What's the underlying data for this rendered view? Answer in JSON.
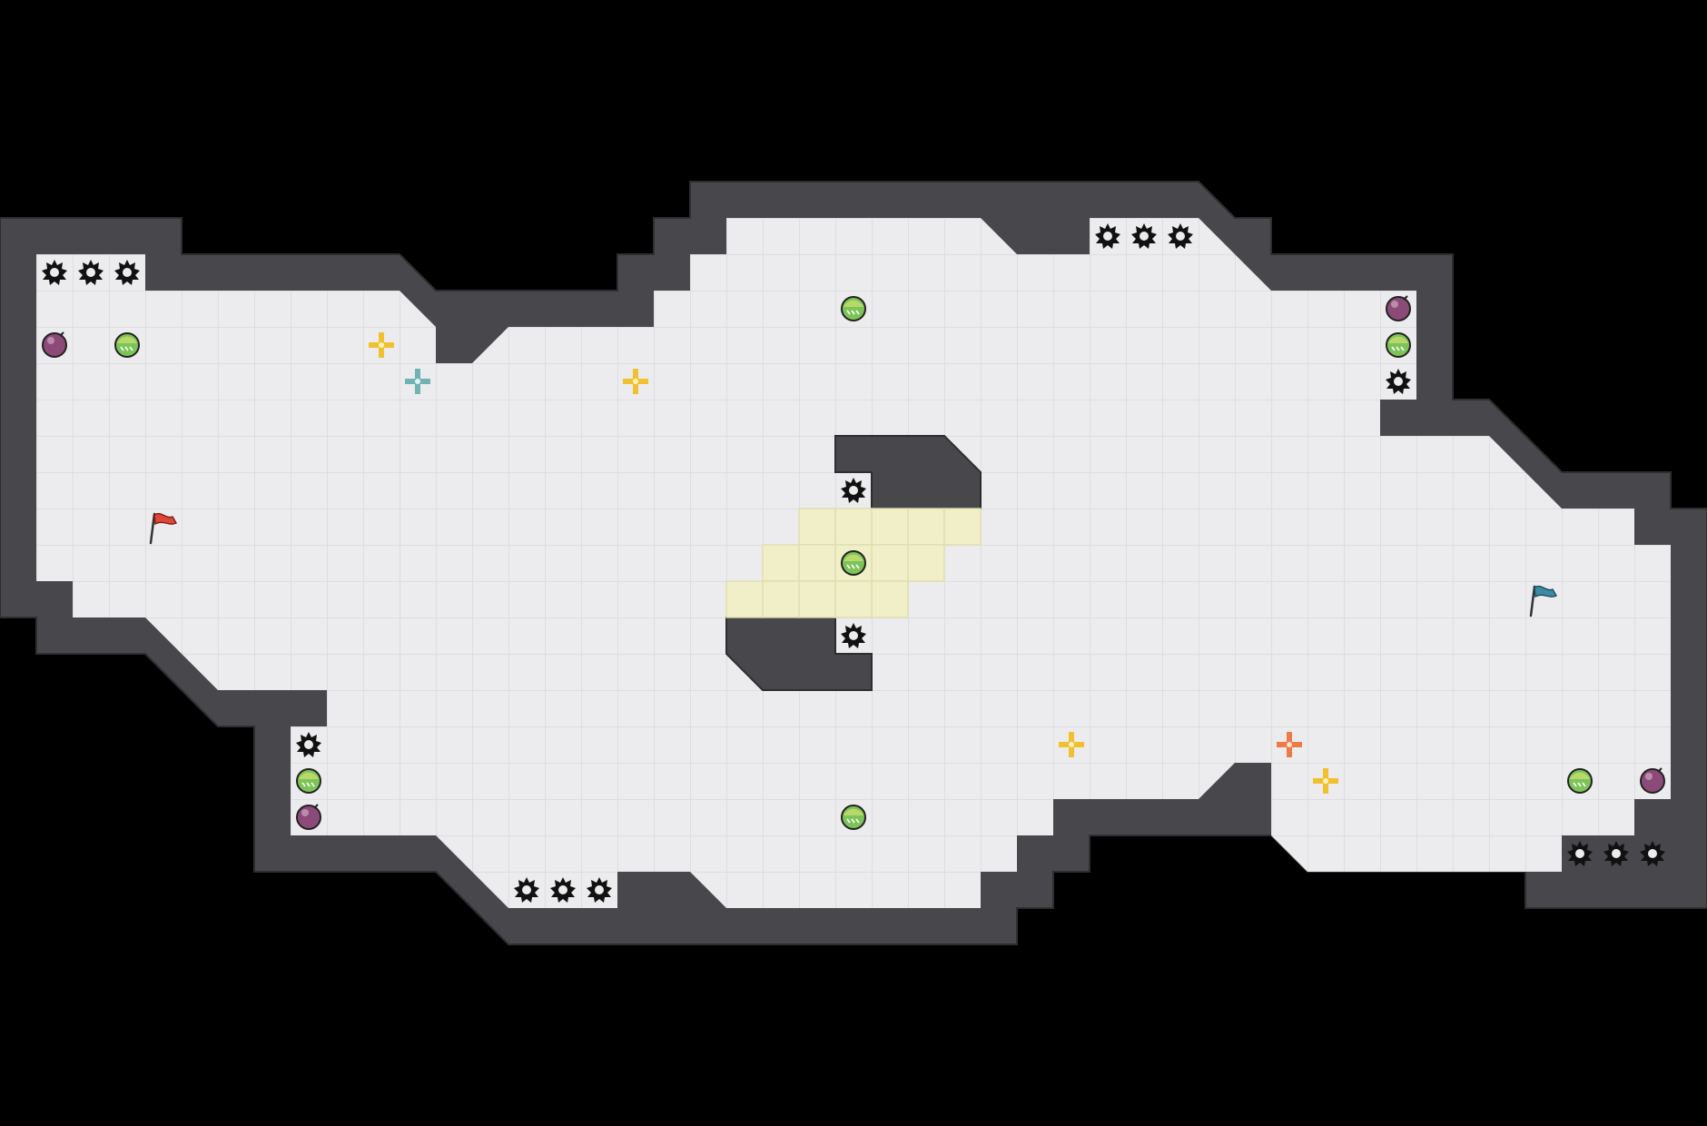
{
  "game": {
    "mode": "capture-the-flag",
    "teams": [
      {
        "team": "red",
        "color": "#e0453a"
      },
      {
        "team": "blue",
        "color": "#3d8aa6"
      }
    ]
  },
  "palette": {
    "background": "#000000",
    "floor": "#ececee",
    "floor_grid": "#d9d9dd",
    "wall": "#48484c",
    "wall_shadow": "#2e2e31",
    "highlight_zone": "#f1efc8",
    "spike": "#111111",
    "powerup_boost": "#f2c02e",
    "powerup_boost_red": "#f07a45",
    "powerup_boost_blue": "#6fb3b3",
    "bomb": "#8c4a79",
    "speed_pad": "#6cc04a"
  },
  "legend": {
    "spike": "spike-icon",
    "bomb": "bomb-icon",
    "speed_pad": "speed-pad-icon",
    "boost": "boost-icon",
    "flag": "flag-icon"
  }
}
